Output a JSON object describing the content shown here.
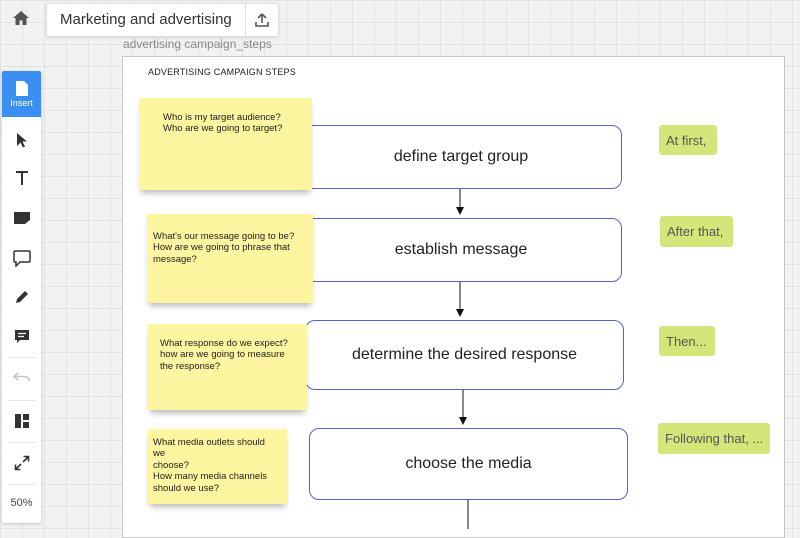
{
  "header": {
    "home_icon": "home-icon",
    "title": "Marketing and advertising",
    "share_icon": "upload-icon",
    "subtitle": "advertising campaign_steps"
  },
  "toolbar": {
    "insert_label": "Insert",
    "tools": [
      "select-arrow-icon",
      "text-icon",
      "sticky-note-icon",
      "comment-icon",
      "pen-icon",
      "note-icon",
      "undo-icon",
      "layout-icon",
      "fullscreen-icon"
    ],
    "zoom": "50%"
  },
  "board": {
    "frame_title": "ADVERTISING CAMPAIGN STEPS",
    "steps": [
      {
        "box": "define target group",
        "note": "Who is my target audience?\nWho are we going to target?",
        "label": "At first,"
      },
      {
        "box": "establish message",
        "note": "What's our message going to be?\nHow are we going to phrase that\nmessage?",
        "label": "After that,"
      },
      {
        "box": "determine the desired response",
        "note": "What response do we expect?\nhow are we going to measure\nthe response?",
        "label": "Then..."
      },
      {
        "box": "choose the media",
        "note": "What media outlets should\nwe\nchoose?\nHow many media channels\nshould we use?",
        "label": "Following that, ..."
      }
    ]
  },
  "colors": {
    "accent": "#3b8ff3",
    "sticky": "#fdf5a0",
    "label": "#d4e67a",
    "box_border": "#5a62c8"
  }
}
